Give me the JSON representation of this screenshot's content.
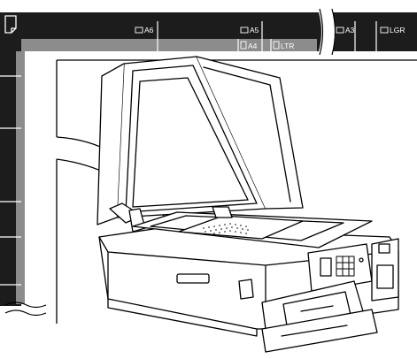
{
  "guide": {
    "corner_symbol": "document-corner-icon",
    "labels": {
      "a6": "A6",
      "a5": "A5",
      "a4": "A4",
      "ltr": "LTR",
      "a3": "A3",
      "lgr": "LGR"
    },
    "colors": {
      "bar": "#1c1c1c",
      "bar_secondary": "#8c8c8c",
      "line": "#000000",
      "background": "#ffffff"
    }
  }
}
